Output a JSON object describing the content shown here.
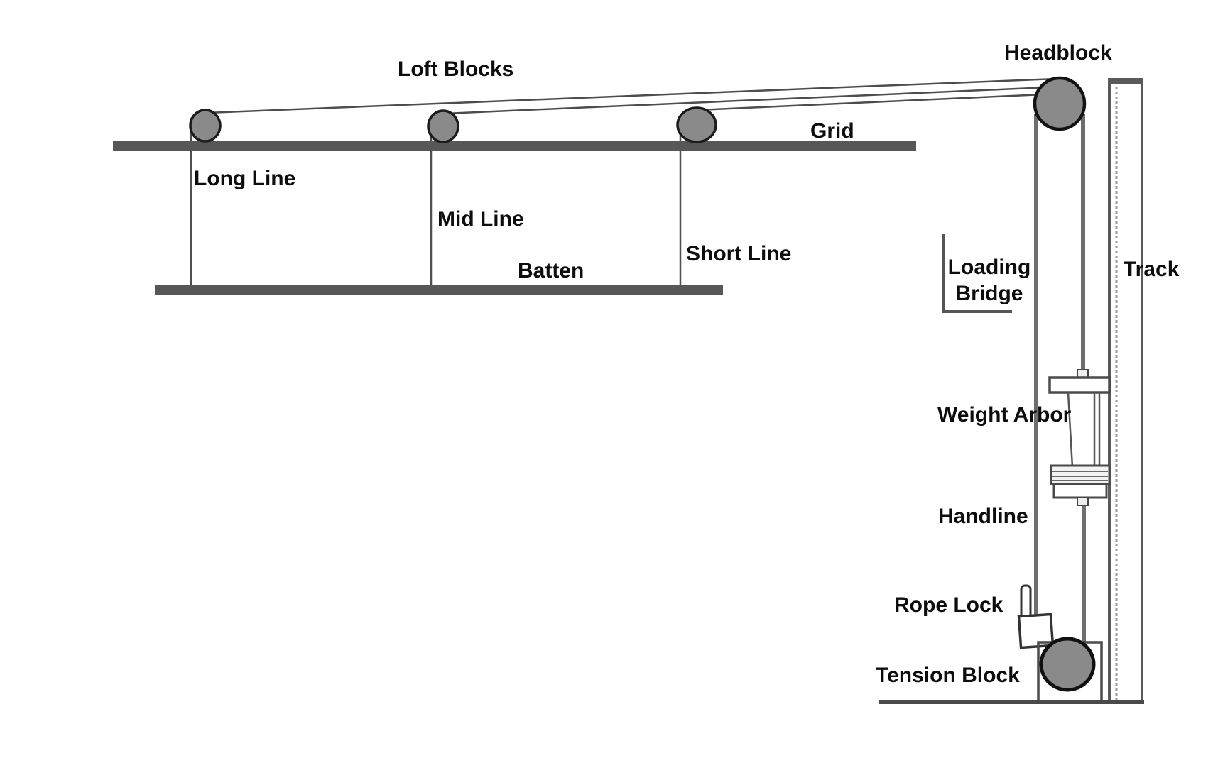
{
  "diagram": {
    "type": "counterweight-fly-system-side-view",
    "labels": {
      "loft_blocks": "Loft Blocks",
      "headblock": "Headblock",
      "grid": "Grid",
      "long_line": "Long Line",
      "mid_line": "Mid Line",
      "short_line": "Short Line",
      "batten": "Batten",
      "loading_bridge": "Loading Bridge",
      "track": "Track",
      "weight_arbor": "Weight Arbor",
      "handline": "Handline",
      "rope_lock": "Rope Lock",
      "tension_block": "Tension Block"
    },
    "components": [
      "three loft block pulleys resting on the grid",
      "headblock pulley at top of the track",
      "long, mid and short lift lines dropping to the batten",
      "weight arbor with top bar, rods and weight stack riding beside the track",
      "handline running down to the rope lock",
      "tension block pulley inside floor enclosure"
    ],
    "colors": {
      "background": "#ffffff",
      "pulley_fill": "#8a8a8a",
      "pulley_outline": "#1c1c1c",
      "structure_bar": "#575757",
      "sketch_line": "#4d4d4d",
      "rope_line": "#6e6e6e",
      "label_text": "#0d0d0d"
    }
  }
}
